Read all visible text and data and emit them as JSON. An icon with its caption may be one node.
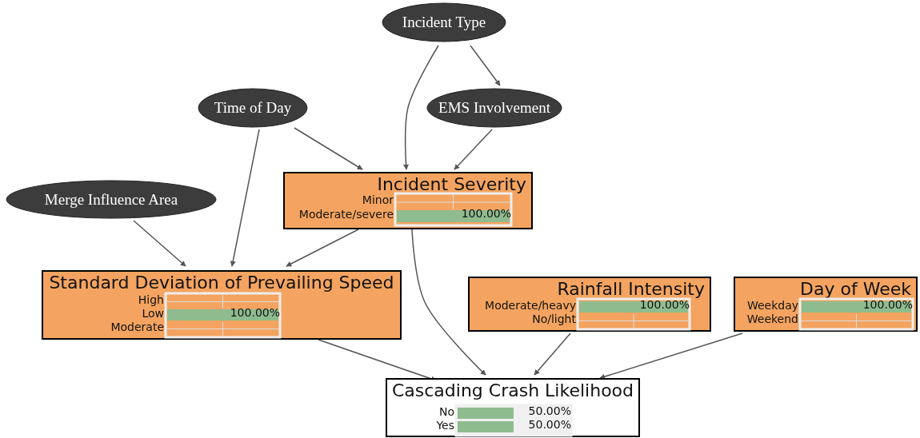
{
  "diagram": {
    "nodes": [
      {
        "text": [
          "Incident Type"
        ]
      },
      {
        "text": [
          "Time of Day"
        ]
      },
      {
        "text": [
          "EMS Involvement"
        ]
      },
      {
        "text": [
          "Merge Influence Area"
        ]
      },
      {
        "text": [
          "Incident Severity",
          "Minor",
          "Moderate/severe",
          "100.00%"
        ]
      },
      {
        "text": [
          "Standard Deviation of Prevailing Speed",
          "High",
          "Low",
          "Moderate",
          "100.00%"
        ]
      },
      {
        "text": [
          "Rainfall Intensity",
          "Moderate/heavy",
          "100.00%",
          "No/light"
        ]
      },
      {
        "text": [
          "Day of Week",
          "Weekday",
          "100.00%",
          "Weekend"
        ]
      },
      {
        "text": [
          "Cascading Crash Likelihood",
          "No",
          "50.00%",
          "Yes",
          "50.00%"
        ]
      }
    ],
    "edges": [
      {
        "from": 0,
        "to": 2,
        "arrow": "to"
      },
      {
        "from": 0,
        "to": 4,
        "arrow": "to"
      },
      {
        "from": 1,
        "to": 4,
        "arrow": "to"
      },
      {
        "from": 2,
        "to": 4,
        "arrow": "to"
      },
      {
        "from": 1,
        "to": 5,
        "arrow": "to"
      },
      {
        "from": 3,
        "to": 5,
        "arrow": "to"
      },
      {
        "from": 4,
        "to": 5,
        "arrow": "to"
      },
      {
        "from": 4,
        "to": 8,
        "arrow": "to"
      },
      {
        "from": 5,
        "to": 8,
        "arrow": "to"
      },
      {
        "from": 6,
        "to": 8,
        "arrow": "to"
      },
      {
        "from": 7,
        "to": 8,
        "arrow": "to"
      }
    ]
  }
}
